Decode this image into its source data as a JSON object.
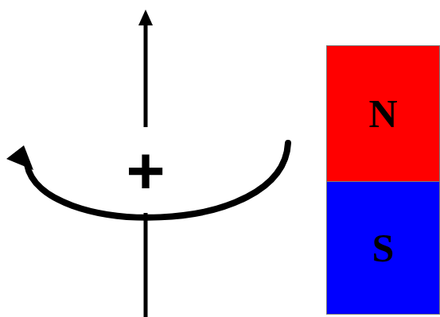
{
  "diagram": {
    "nodes": [
      {
        "text": [
          "+"
        ]
      },
      {
        "text": [
          "N"
        ]
      },
      {
        "text": [
          "S"
        ]
      }
    ]
  }
}
